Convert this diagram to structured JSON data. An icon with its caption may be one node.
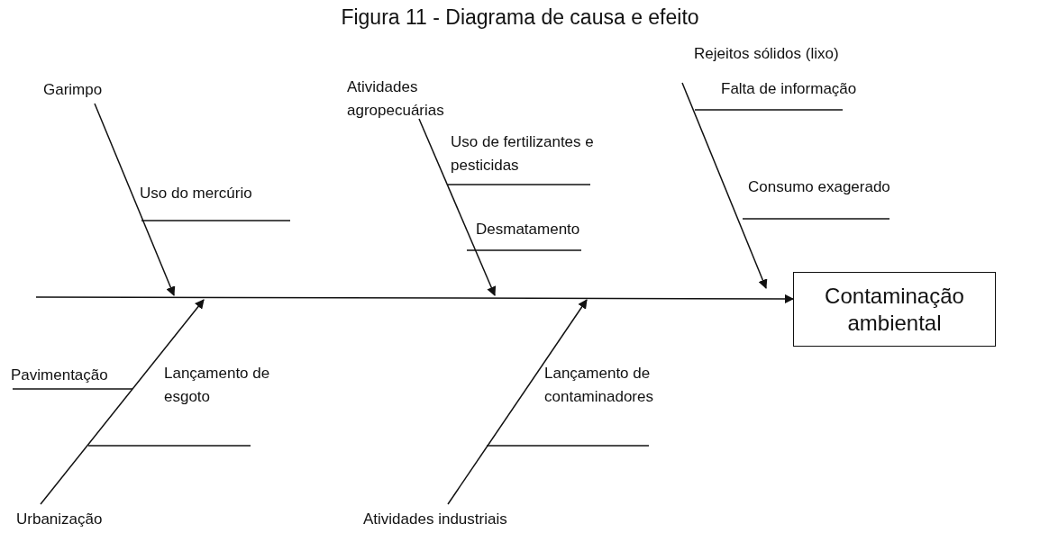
{
  "diagram": {
    "title": "Figura 11 - Diagrama de causa e efeito",
    "nodes": [
      {
        "text": [
          "Garimpo"
        ]
      },
      {
        "text": [
          "Uso do mercúrio"
        ]
      },
      {
        "text": [
          "Atividades agropecuárias"
        ]
      },
      {
        "text": [
          "Uso de fertilizantes e pesticidas"
        ]
      },
      {
        "text": [
          "Desmatamento"
        ]
      },
      {
        "text": [
          "Rejeitos sólidos (lixo)"
        ]
      },
      {
        "text": [
          "Falta de informação"
        ]
      },
      {
        "text": [
          "Consumo exagerado"
        ]
      },
      {
        "text": [
          "Contaminação ambiental"
        ]
      },
      {
        "text": [
          "Pavimentação"
        ]
      },
      {
        "text": [
          "Lançamento de esgoto"
        ]
      },
      {
        "text": [
          "Urbanização"
        ]
      },
      {
        "text": [
          "Lançamento de contaminadores"
        ]
      },
      {
        "text": [
          "Atividades industriais"
        ]
      }
    ],
    "edges": [
      {
        "from": null,
        "to": 8,
        "arrow": "to"
      },
      {
        "from": 0,
        "to": null,
        "arrow": "to"
      },
      {
        "from": 1,
        "to": null,
        "arrow": "none"
      },
      {
        "from": 2,
        "to": null,
        "arrow": "to"
      },
      {
        "from": 3,
        "to": null,
        "arrow": "none"
      },
      {
        "from": 4,
        "to": null,
        "arrow": "none"
      },
      {
        "from": 5,
        "to": null,
        "arrow": "to"
      },
      {
        "from": 6,
        "to": null,
        "arrow": "none"
      },
      {
        "from": 7,
        "to": null,
        "arrow": "none"
      },
      {
        "from": 11,
        "to": null,
        "arrow": "to"
      },
      {
        "from": 9,
        "to": null,
        "arrow": "none"
      },
      {
        "from": 10,
        "to": null,
        "arrow": "none"
      },
      {
        "from": 13,
        "to": null,
        "arrow": "to"
      },
      {
        "from": 12,
        "to": null,
        "arrow": "none"
      }
    ]
  }
}
